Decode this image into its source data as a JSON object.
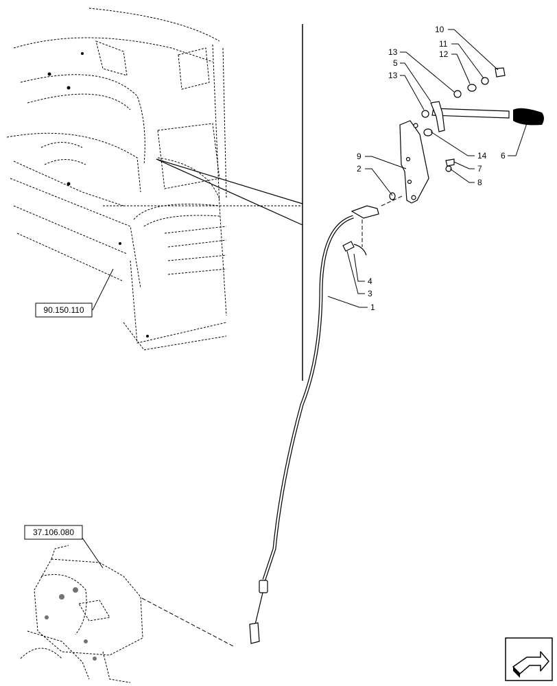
{
  "references": {
    "cab_reference": "90.150.110",
    "valve_reference": "37.106.080"
  },
  "callouts": {
    "c1": "1",
    "c2": "2",
    "c3": "3",
    "c4": "4",
    "c5": "5",
    "c6": "6",
    "c7": "7",
    "c8": "8",
    "c9": "9",
    "c10": "10",
    "c11": "11",
    "c12": "12",
    "c13a": "13",
    "c13b": "13",
    "c14": "14"
  },
  "icons": {
    "nav": "next-page-arrow-icon"
  }
}
